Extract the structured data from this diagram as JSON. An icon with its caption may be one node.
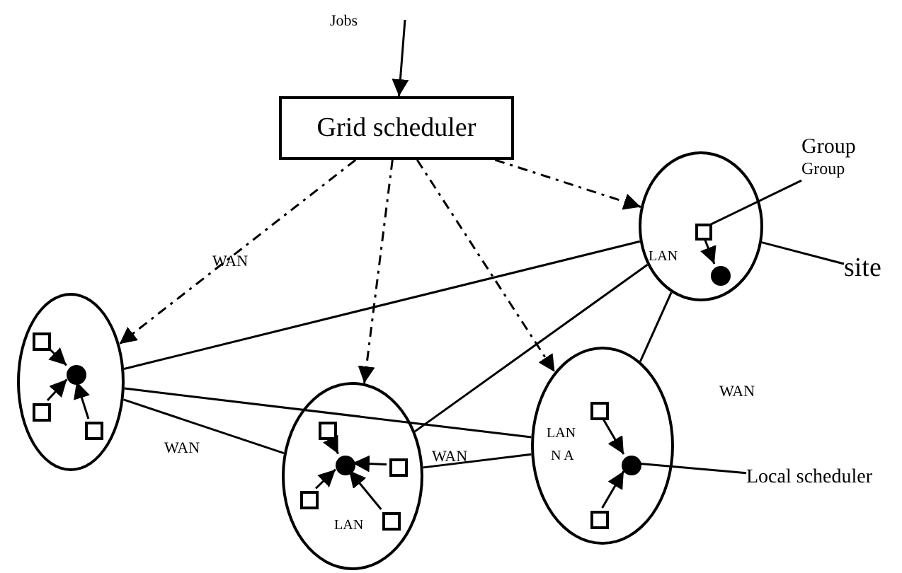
{
  "diagram": {
    "nodes": [
      {
        "text": [
          "Grid scheduler"
        ]
      },
      {
        "text": [],
        "shape": "circle"
      },
      {
        "text": [],
        "shape": "circle"
      },
      {
        "text": [],
        "shape": "circle"
      },
      {
        "text": [],
        "shape": "circle"
      },
      {
        "text": [],
        "shape": "box",
        "in": 1
      },
      {
        "text": [],
        "shape": "circle",
        "in": 1
      },
      {
        "text": [],
        "shape": "box",
        "in": 2
      },
      {
        "text": [],
        "shape": "box",
        "in": 2
      },
      {
        "text": [],
        "shape": "box",
        "in": 2
      },
      {
        "text": [],
        "shape": "circle",
        "in": 2
      },
      {
        "text": [],
        "shape": "box",
        "in": 3
      },
      {
        "text": [],
        "shape": "box",
        "in": 3
      },
      {
        "text": [],
        "shape": "box",
        "in": 3
      },
      {
        "text": [],
        "shape": "box",
        "in": 3
      },
      {
        "text": [],
        "shape": "circle",
        "in": 3
      },
      {
        "text": [],
        "shape": "box",
        "in": 4
      },
      {
        "text": [],
        "shape": "box",
        "in": 4
      },
      {
        "text": [],
        "shape": "circle",
        "in": 4
      },
      {
        "text": [
          "Group",
          "Group"
        ]
      },
      {
        "text": [
          "site"
        ]
      },
      {
        "text": [
          "Local scheduler"
        ]
      }
    ],
    "edges": [
      {
        "from": null,
        "to": 0,
        "arrow": "to"
      },
      {
        "from": 0,
        "to": 2,
        "arrow": "to",
        "style": "dashed"
      },
      {
        "from": 0,
        "to": 3,
        "arrow": "to",
        "style": "dashed"
      },
      {
        "from": 0,
        "to": 4,
        "arrow": "to",
        "style": "dashed"
      },
      {
        "from": 0,
        "to": 1,
        "arrow": "to",
        "style": "dashed"
      },
      {
        "from": 2,
        "to": 1,
        "arrow": "none"
      },
      {
        "from": 2,
        "to": 4,
        "arrow": "none"
      },
      {
        "from": 1,
        "to": 3,
        "arrow": "none"
      },
      {
        "from": 2,
        "to": 3,
        "arrow": "none"
      },
      {
        "from": 3,
        "to": 4,
        "arrow": "none"
      },
      {
        "from": 1,
        "to": 4,
        "arrow": "none"
      },
      {
        "from": 5,
        "to": 6,
        "arrow": "to"
      },
      {
        "from": 7,
        "to": 10,
        "arrow": "to"
      },
      {
        "from": 8,
        "to": 10,
        "arrow": "to"
      },
      {
        "from": 9,
        "to": 10,
        "arrow": "to"
      },
      {
        "from": 11,
        "to": 15,
        "arrow": "to"
      },
      {
        "from": 12,
        "to": 15,
        "arrow": "to"
      },
      {
        "from": 13,
        "to": 15,
        "arrow": "to"
      },
      {
        "from": 14,
        "to": 15,
        "arrow": "to"
      },
      {
        "from": 16,
        "to": 18,
        "arrow": "to"
      },
      {
        "from": 17,
        "to": 18,
        "arrow": "to"
      },
      {
        "from": 19,
        "to": 5,
        "arrow": "none"
      },
      {
        "from": 20,
        "to": 1,
        "arrow": "none"
      },
      {
        "from": 21,
        "to": 18,
        "arrow": "none"
      }
    ],
    "labels": [
      "Jobs",
      "WAN",
      "WAN",
      "WAN",
      "WAN",
      "LAN",
      "LAN",
      "LAN",
      "N A"
    ]
  }
}
